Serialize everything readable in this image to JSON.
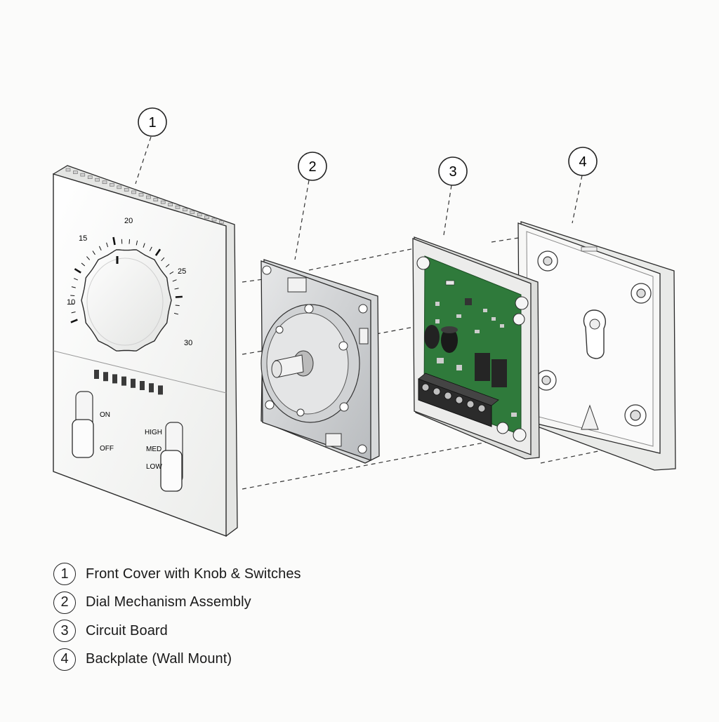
{
  "callouts": [
    "1",
    "2",
    "3",
    "4"
  ],
  "dial": {
    "ticks": [
      "10",
      "15",
      "20",
      "25",
      "30"
    ]
  },
  "switches": {
    "power": {
      "on": "ON",
      "off": "OFF"
    },
    "fan": {
      "high": "HIGH",
      "med": "MED",
      "low": "LOW"
    }
  },
  "legend": [
    {
      "num": "1",
      "label": "Front Cover with Knob & Switches"
    },
    {
      "num": "2",
      "label": "Dial Mechanism Assembly"
    },
    {
      "num": "3",
      "label": "Circuit Board"
    },
    {
      "num": "4",
      "label": "Backplate (Wall Mount)"
    }
  ],
  "colors": {
    "pcb": "#2f7a3b",
    "plastic": "#f4f4f2",
    "outline": "#2a2a2a"
  }
}
